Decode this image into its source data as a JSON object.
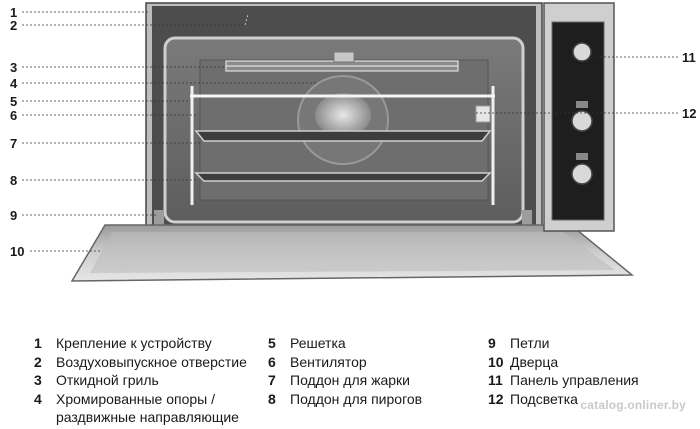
{
  "callouts_left": [
    "1",
    "2",
    "3",
    "4",
    "5",
    "6",
    "7",
    "8",
    "9",
    "10"
  ],
  "callouts_right": [
    "11",
    "12"
  ],
  "legend": [
    {
      "num": "1",
      "text": "Крепление к устройству"
    },
    {
      "num": "2",
      "text": "Воздуховыпускное отверстие"
    },
    {
      "num": "3",
      "text": "Откидной гриль"
    },
    {
      "num": "4",
      "text": "Хромированные опоры /"
    },
    {
      "num": "",
      "text": "раздвижные направляющие"
    },
    {
      "num": "5",
      "text": "Решетка"
    },
    {
      "num": "6",
      "text": "Вентилятор"
    },
    {
      "num": "7",
      "text": "Поддон для жарки"
    },
    {
      "num": "8",
      "text": "Поддон для пирогов"
    },
    {
      "num": "9",
      "text": "Петли"
    },
    {
      "num": "10",
      "text": "Дверца"
    },
    {
      "num": "11",
      "text": "Панель управления"
    },
    {
      "num": "12",
      "text": "Подсветка"
    }
  ],
  "watermark": "catalog.onliner.by",
  "colors": {
    "oven_body": "#5a5a5a",
    "cavity": "#6b6b6b",
    "panel": "#1e1e1e",
    "door": "#d8d8d8"
  }
}
